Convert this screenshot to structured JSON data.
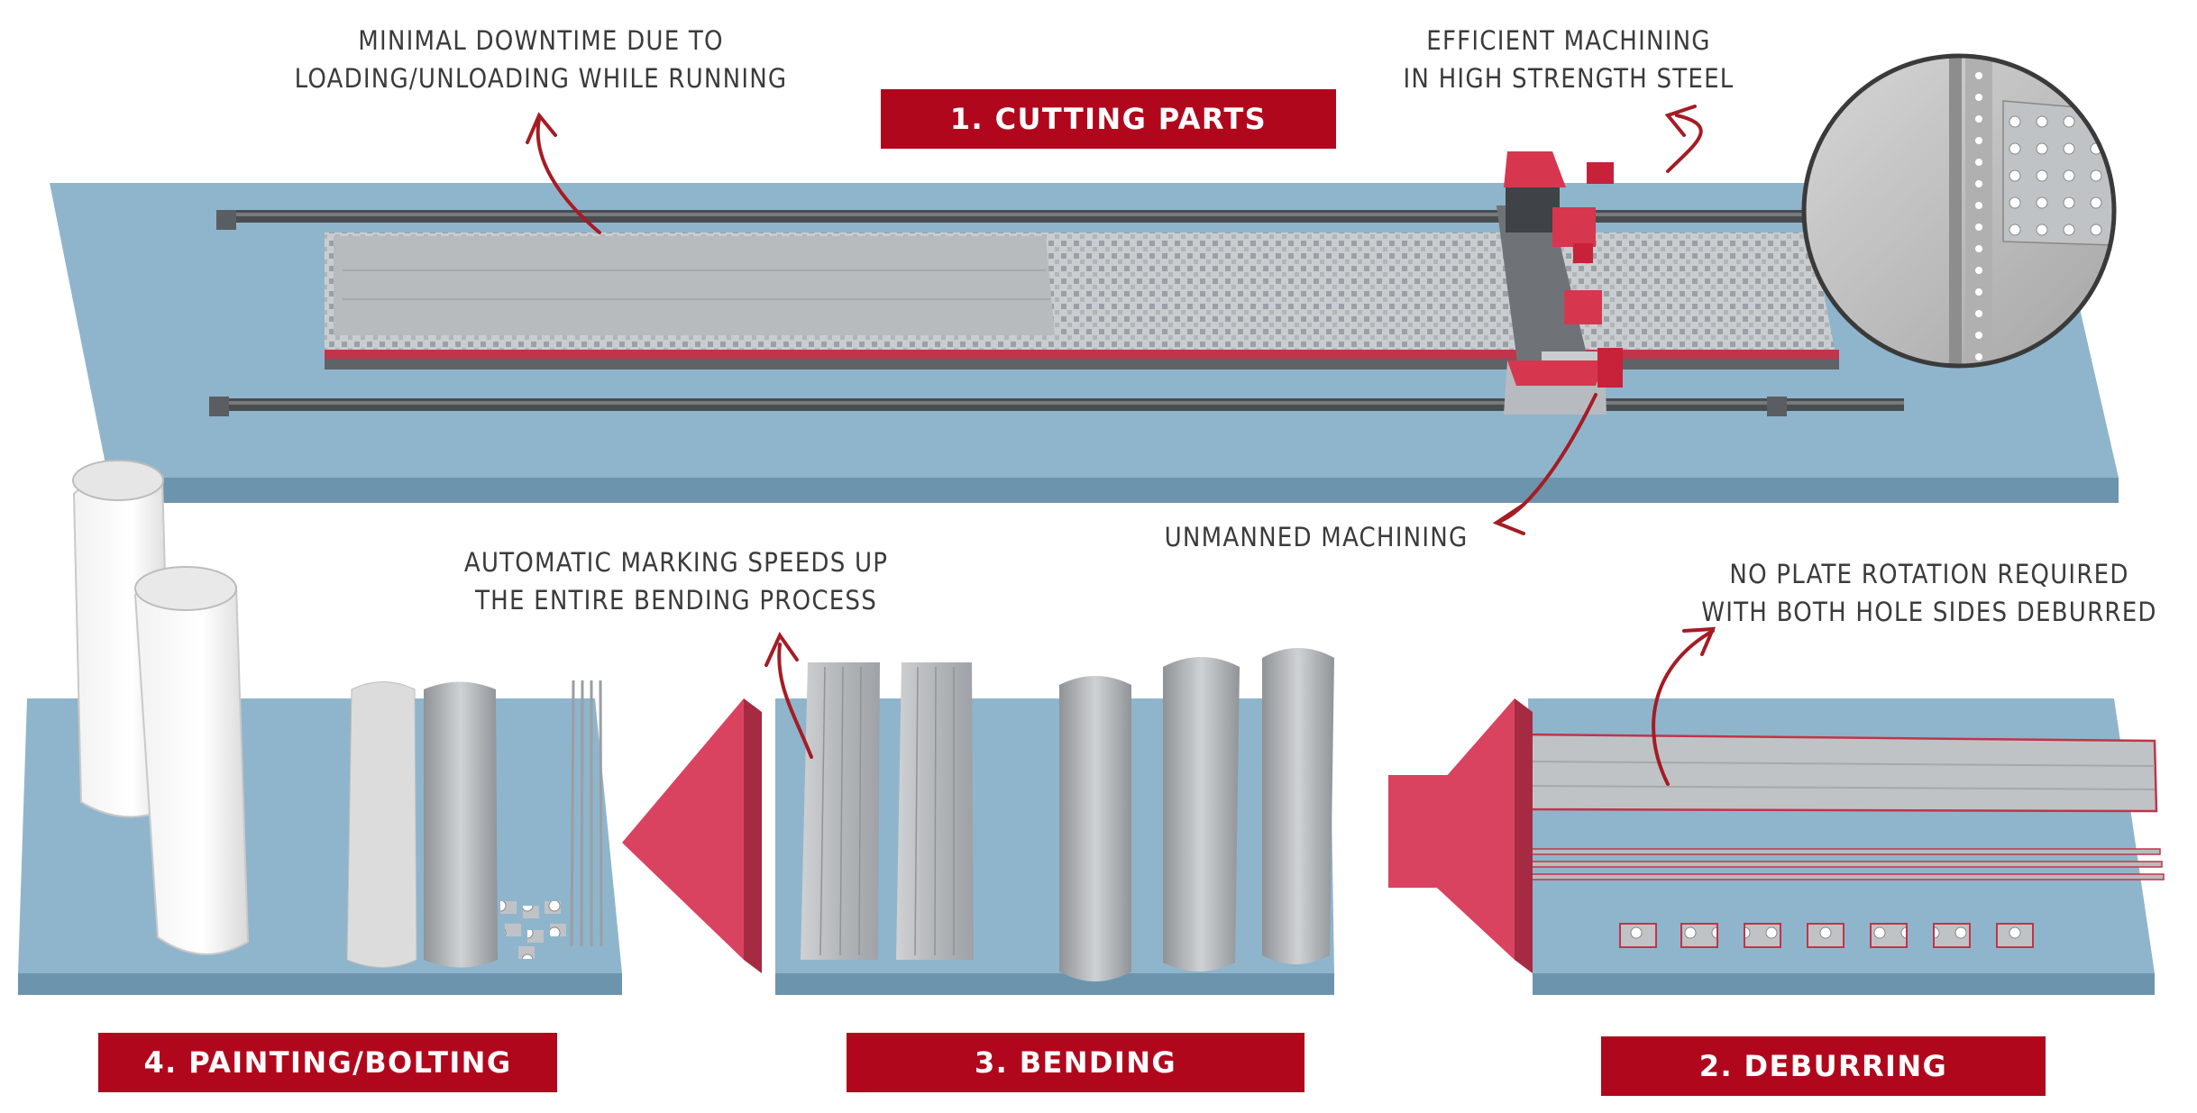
{
  "stages": {
    "cutting": "1. CUTTING PARTS",
    "deburring": "2. DEBURRING",
    "bending": "3. BENDING",
    "painting": "4. PAINTING/BOLTING"
  },
  "notes": {
    "downtime": [
      "MINIMAL DOWNTIME DUE TO",
      "LOADING/UNLOADING WHILE RUNNING"
    ],
    "efficient": [
      "EFFICIENT MACHINING",
      "IN HIGH STRENGTH STEEL"
    ],
    "unmanned": [
      "UNMANNED MACHINING"
    ],
    "marking": [
      "AUTOMATIC MARKING SPEEDS UP",
      "THE ENTIRE BENDING PROCESS"
    ],
    "rotation": [
      "NO PLATE ROTATION REQUIRED",
      "WITH BOTH HOLE SIDES DEBURRED"
    ]
  },
  "colors": {
    "brand_red": "#b1071d",
    "arrow_red": "#d9435f",
    "platform_top": "#8fb5cc",
    "platform_side": "#6d94ad",
    "annotation_arrow": "#a51c24",
    "text": "#3b3b3b"
  }
}
